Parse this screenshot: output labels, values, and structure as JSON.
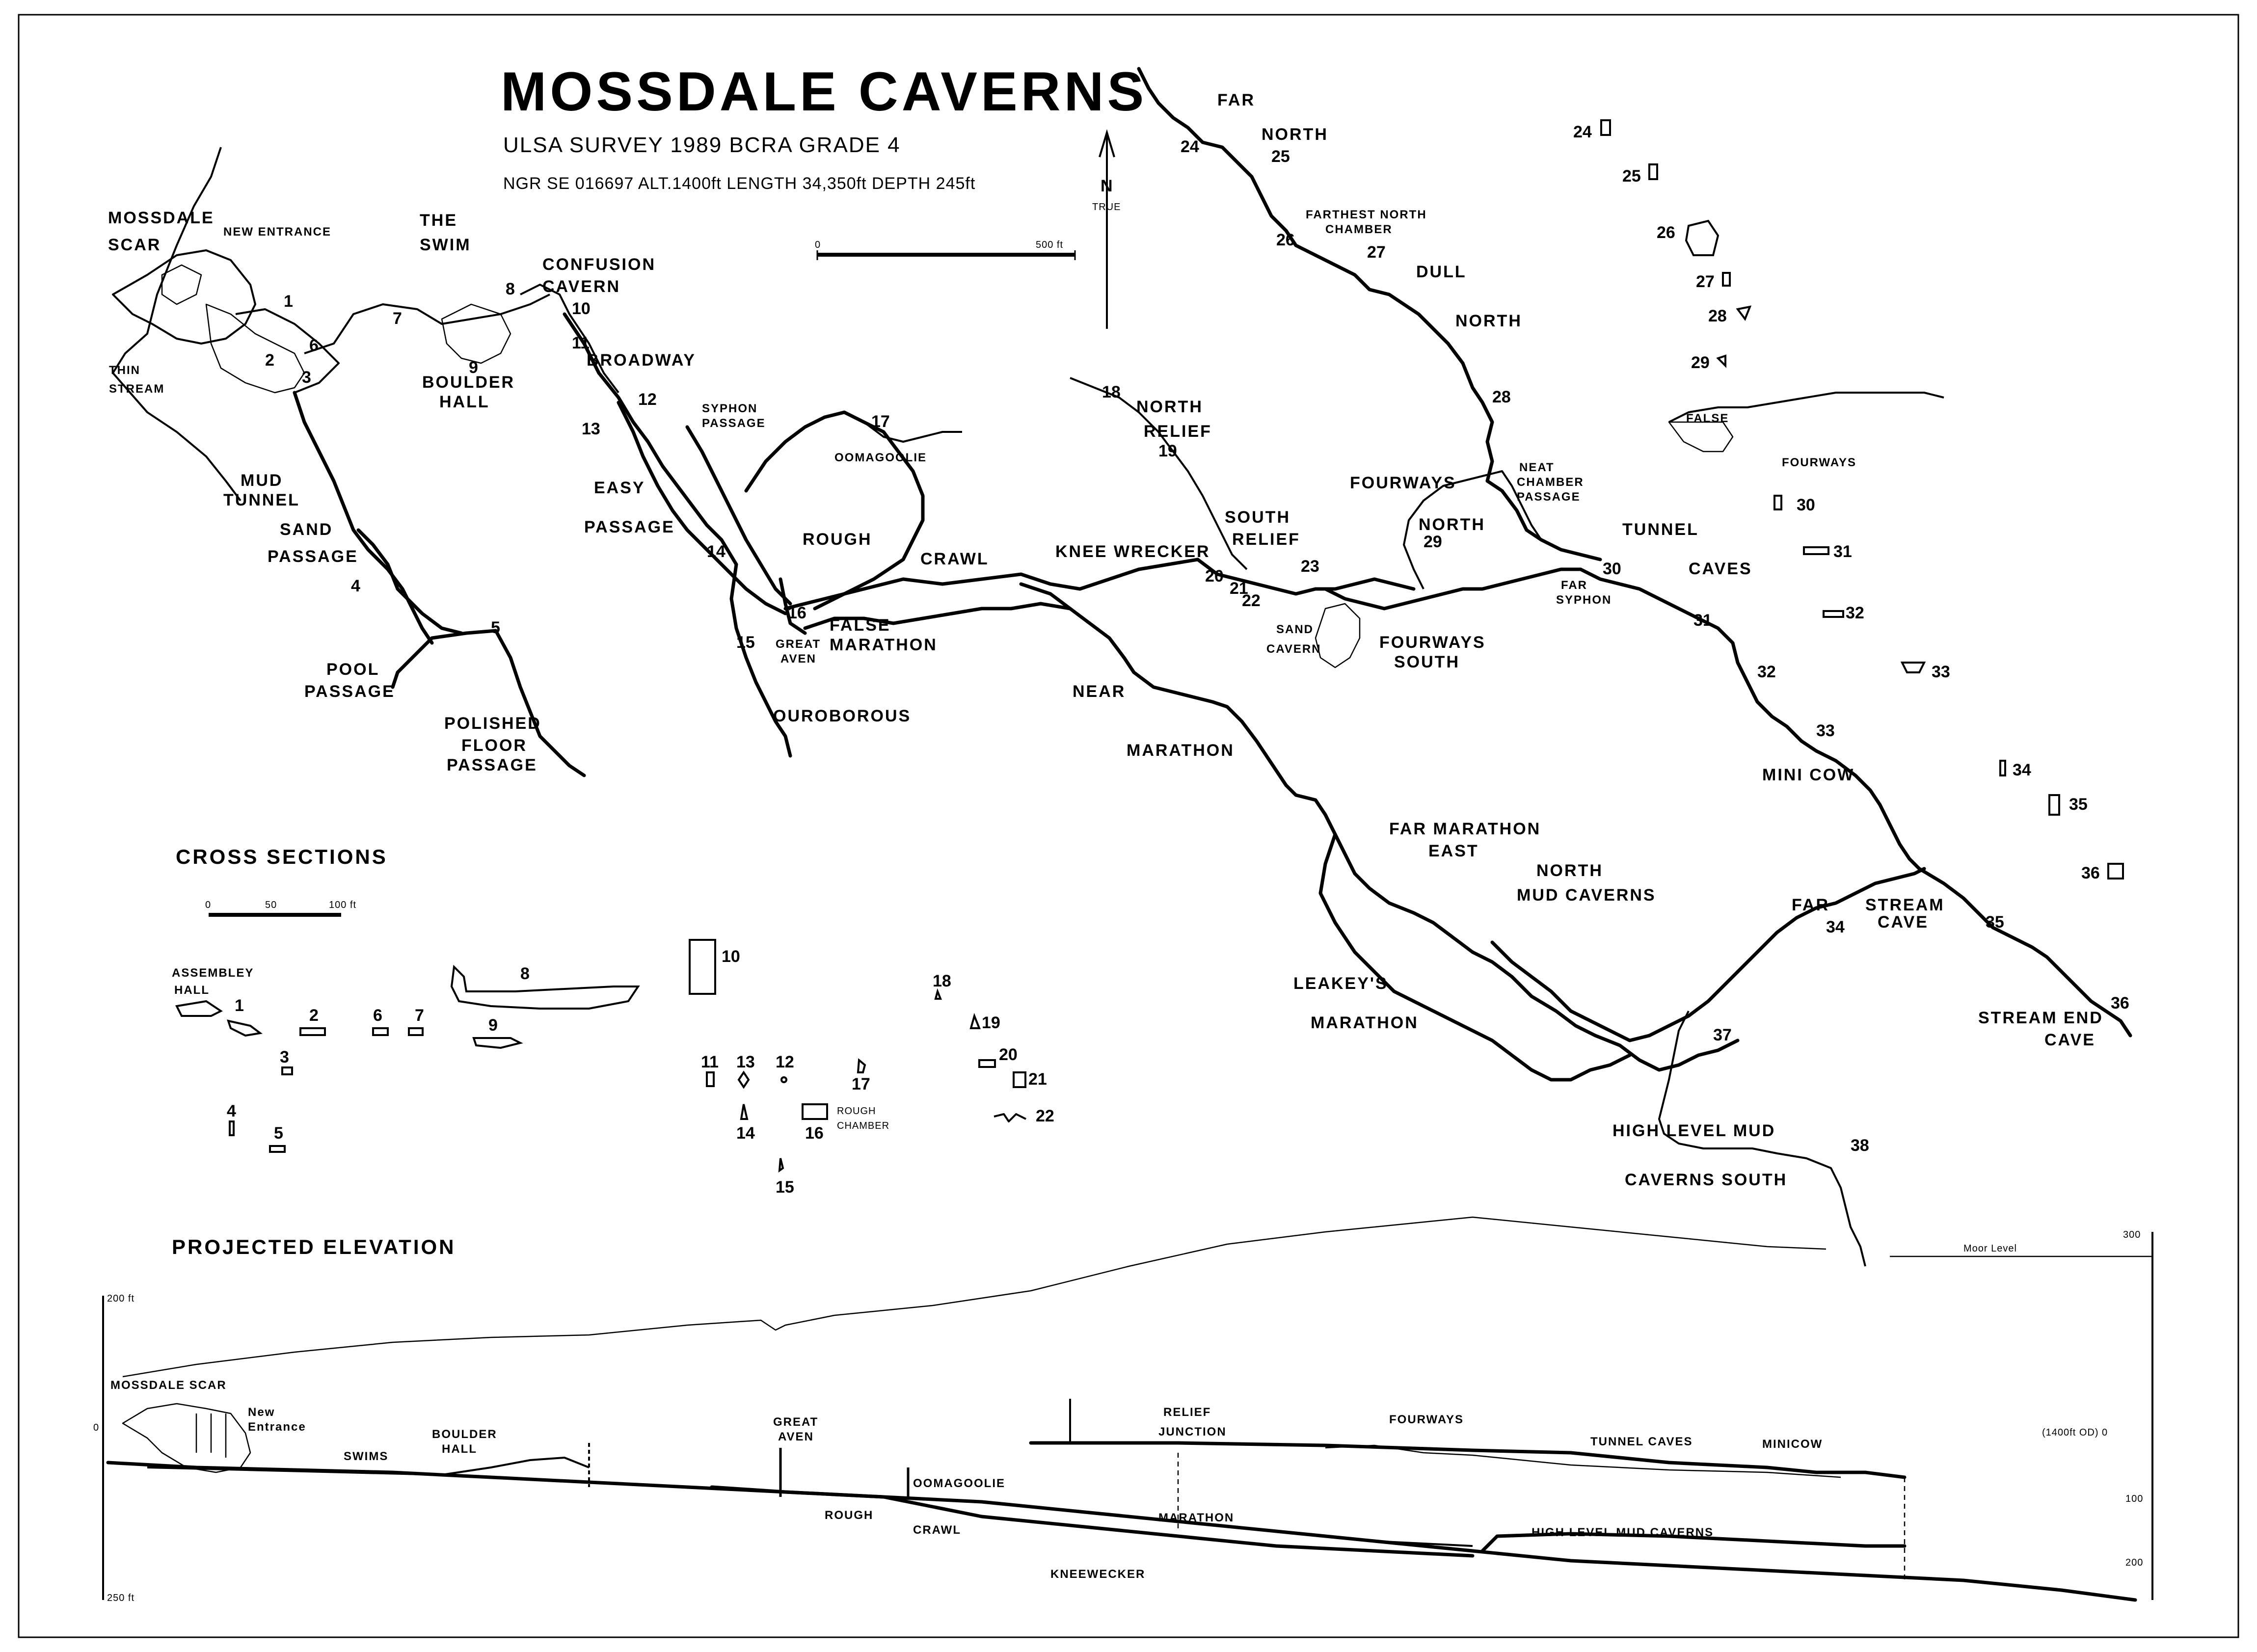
{
  "title": "MOSSDALE CAVERNS",
  "subtitle": "ULSA SURVEY 1989     BCRA GRADE 4",
  "meta": "NGR SE 016697  ALT.1400ft  LENGTH 34,350ft  DEPTH 245ft",
  "north": {
    "letter": "N",
    "ref": "TRUE"
  },
  "plan_scale": {
    "start": "0",
    "end": "500 ft"
  },
  "section_scale": {
    "ticks": [
      "0",
      "50",
      "100 ft"
    ]
  },
  "headings": {
    "cross_sections": "CROSS SECTIONS",
    "projected_elevation": "PROJECTED ELEVATION"
  },
  "plan": {
    "mossdale_1": "MOSSDALE",
    "mossdale_2": "SCAR",
    "new_entrance": "NEW ENTRANCE",
    "thin_1": "THIN",
    "thin_2": "STREAM",
    "swim_1": "THE",
    "swim_2": "SWIM",
    "confusion_1": "CONFUSION",
    "confusion_2": "CAVERN",
    "broadway": "BROADWAY",
    "boulder_1": "BOULDER",
    "boulder_2": "HALL",
    "mud_1": "MUD",
    "mud_2": "TUNNEL",
    "sand_1": "SAND",
    "sand_2": "PASSAGE",
    "pool_1": "POOL",
    "pool_2": "PASSAGE",
    "polished_1": "POLISHED",
    "polished_2": "FLOOR",
    "polished_3": "PASSAGE",
    "syphon_1": "SYPHON",
    "syphon_2": "PASSAGE",
    "easy_1": "EASY",
    "easy_2": "PASSAGE",
    "oomagoolie": "OOMAGOOLIE",
    "rough": "ROUGH",
    "crawl": "CRAWL",
    "false_marathon_1": "FALSE",
    "false_marathon_2": "MARATHON",
    "great_aven_1": "GREAT",
    "great_aven_2": "AVEN",
    "ouroborous": "OUROBOROUS",
    "knee_wrecker": "KNEE WRECKER",
    "near": "NEAR",
    "marathon": "MARATHON",
    "north_relief_1": "NORTH",
    "north_relief_2": "RELIEF",
    "south_relief_1": "SOUTH",
    "south_relief_2": "RELIEF",
    "far": "FAR",
    "north": "NORTH",
    "farthest_1": "FARTHEST NORTH",
    "farthest_2": "CHAMBER",
    "dull": "DULL",
    "dull_north": "NORTH",
    "fourways": "FOURWAYS",
    "fourways_north": "NORTH",
    "neat_1": "NEAT",
    "neat_2": "CHAMBER",
    "neat_3": "PASSAGE",
    "sand_cavern_1": "SAND",
    "sand_cavern_2": "CAVERN",
    "fourways_south_1": "FOURWAYS",
    "fourways_south_2": "SOUTH",
    "far_syphon_1": "FAR",
    "far_syphon_2": "SYPHON",
    "tunnel": "TUNNEL",
    "caves": "CAVES",
    "false_fw_1": "FALSE",
    "false_fw_2": "FOURWAYS",
    "minicow": "MINI COW",
    "far_marathon_1": "FAR MARATHON",
    "far_marathon_2": "EAST",
    "north_mud_1": "NORTH",
    "north_mud_2": "MUD CAVERNS",
    "leakey_1": "LEAKEY'S",
    "leakey_2": "MARATHON",
    "far_stream_1": "FAR",
    "far_stream_2": "STREAM",
    "far_stream_3": "CAVE",
    "stream_end_1": "STREAM END",
    "stream_end_2": "CAVE",
    "high_mud_1": "HIGH LEVEL MUD",
    "high_mud_2": "CAVERNS  SOUTH"
  },
  "station_numbers": [
    "1",
    "2",
    "3",
    "4",
    "5",
    "6",
    "7",
    "8",
    "9",
    "10",
    "11",
    "12",
    "13",
    "14",
    "15",
    "16",
    "17",
    "18",
    "19",
    "20",
    "21",
    "22",
    "23",
    "24",
    "25",
    "26",
    "27",
    "28",
    "29",
    "30",
    "31",
    "32",
    "33",
    "34",
    "35",
    "36",
    "37",
    "38"
  ],
  "cross_section_labels": {
    "assembly_1": "ASSEMBLEY",
    "assembly_2": "HALL",
    "rough_1": "ROUGH",
    "rough_2": "CHAMBER"
  },
  "elevation": {
    "depth_top": "200 ft",
    "depth_zero": "0",
    "depth_bottom": "250 ft",
    "right_300": "300",
    "moor_level": "Moor Level",
    "right_zero": "(1400ft OD) 0",
    "right_100": "100",
    "right_200": "200",
    "mossdale_scar": "MOSSDALE SCAR",
    "new_1": "New",
    "new_2": "Entrance",
    "swims": "SWIMS",
    "boulder_1": "BOULDER",
    "boulder_2": "HALL",
    "great_1": "GREAT",
    "great_2": "AVEN",
    "oomagoolie": "OOMAGOOLIE",
    "rough": "ROUGH",
    "crawl": "CRAWL",
    "relief_1": "RELIEF",
    "relief_2": "JUNCTION",
    "fourways": "FOURWAYS",
    "tunnel_caves": "TUNNEL CAVES",
    "minicow": "MINICOW",
    "marathon": "MARATHON",
    "kneewrecker": "KNEEWECKER",
    "high_level": "HIGH LEVEL MUD CAVERNS"
  }
}
